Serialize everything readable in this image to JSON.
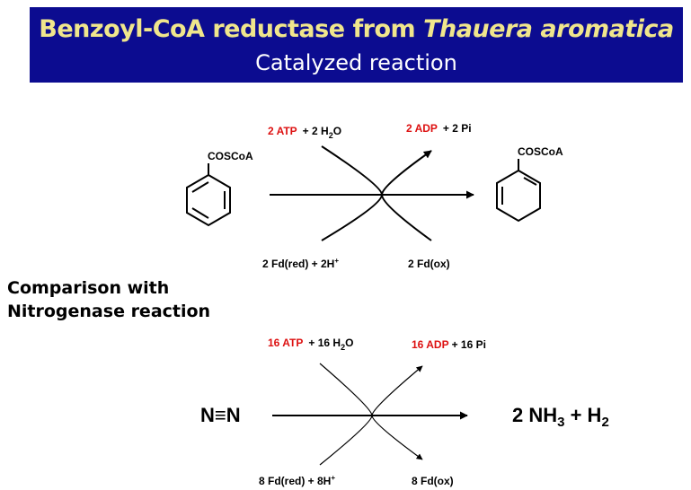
{
  "title": {
    "prefix": "Benzoyl-CoA reductase from ",
    "organism": "Thauera aromatica",
    "subtitle": "Catalyzed reaction"
  },
  "reaction1": {
    "substrate_group": "COSCoA",
    "product_group": "COSCoA",
    "atp": "2 ATP",
    "water": "+ 2 H",
    "water_sub": "2",
    "water_end": "O",
    "adp": "2 ADP",
    "pi": "+ 2 Pi",
    "fd_red": "2 Fd(red) + 2H",
    "fd_red_sup": "+",
    "fd_ox": "2 Fd(ox)"
  },
  "comparison": {
    "line1": "Comparison with",
    "line2": "Nitrogenase reaction"
  },
  "reaction2": {
    "substrate": "N≡N",
    "product_main": "2 NH",
    "product_sub": "3",
    "product_plus": " + H",
    "product_sub2": "2",
    "atp": "16 ATP",
    "water": "+ 16 H",
    "water_sub": "2",
    "water_end": "O",
    "adp": "16 ADP",
    "pi": "+ 16 Pi",
    "fd_red": "8 Fd(red) + 8H",
    "fd_red_sup": "+",
    "fd_ox": "8 Fd(ox)"
  },
  "colors": {
    "title_bg": "#0c0c90",
    "title_text": "#f0e68c",
    "subtitle_text": "#ffffff",
    "accent_red": "#dd1111"
  }
}
